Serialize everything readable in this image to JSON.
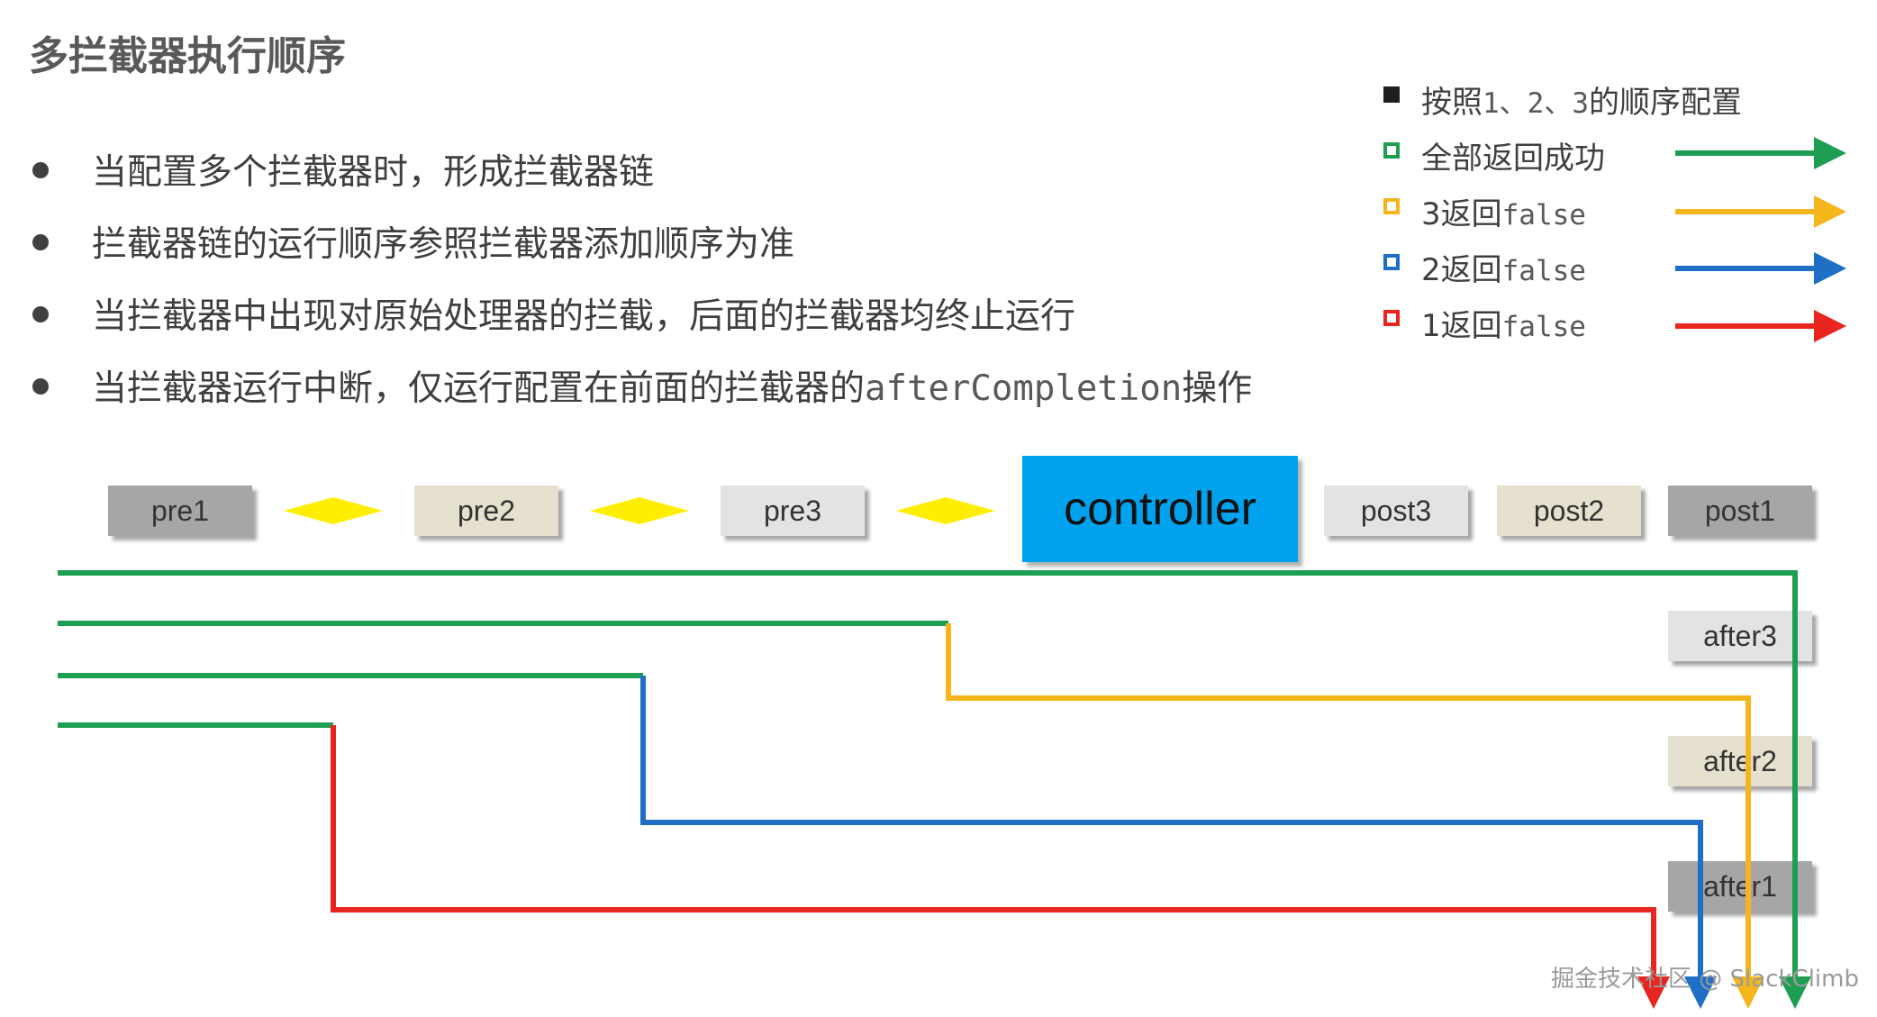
{
  "title": "多拦截器执行顺序",
  "bullets": [
    {
      "text": "当配置多个拦截器时，形成拦截器链",
      "code": "",
      "suffix": ""
    },
    {
      "text": "拦截器链的运行顺序参照拦截器添加顺序为准",
      "code": "",
      "suffix": ""
    },
    {
      "text": "当拦截器中出现对原始处理器的拦截，后面的拦截器均终止运行",
      "code": "",
      "suffix": ""
    },
    {
      "text": "当拦截器运行中断，仅运行配置在前面的拦截器的",
      "code": "afterCompletion",
      "suffix": "操作"
    }
  ],
  "legend": {
    "header": {
      "prefix": "按照",
      "code": "1、2、3",
      "suffix": "的顺序配置"
    },
    "items": [
      {
        "prefix": "全部返回成功",
        "code": "",
        "suffix": "",
        "color": "#1e9e52"
      },
      {
        "prefix": "3返回",
        "code": "false",
        "suffix": "",
        "color": "#f5b61c"
      },
      {
        "prefix": "2返回",
        "code": "false",
        "suffix": "",
        "color": "#1f6fc7"
      },
      {
        "prefix": "1返回",
        "code": "false",
        "suffix": "",
        "color": "#e8251e"
      }
    ]
  },
  "boxes": {
    "pre1": "pre1",
    "pre2": "pre2",
    "pre3": "pre3",
    "controller": "controller",
    "post3": "post3",
    "post2": "post2",
    "post1": "post1",
    "after3": "after3",
    "after2": "after2",
    "after1": "after1"
  },
  "colors": {
    "green": "#1e9e52",
    "yellow": "#f5b61c",
    "blue": "#1f6fc7",
    "red": "#e8251e",
    "controller": "#00a2ed",
    "diamond": "#ffee00",
    "box_dark": "#a6a6a6",
    "box_tan": "#e6e0cf",
    "box_light": "#e3e3e3"
  },
  "watermark": "掘金技术社区 @ SlackClimb"
}
